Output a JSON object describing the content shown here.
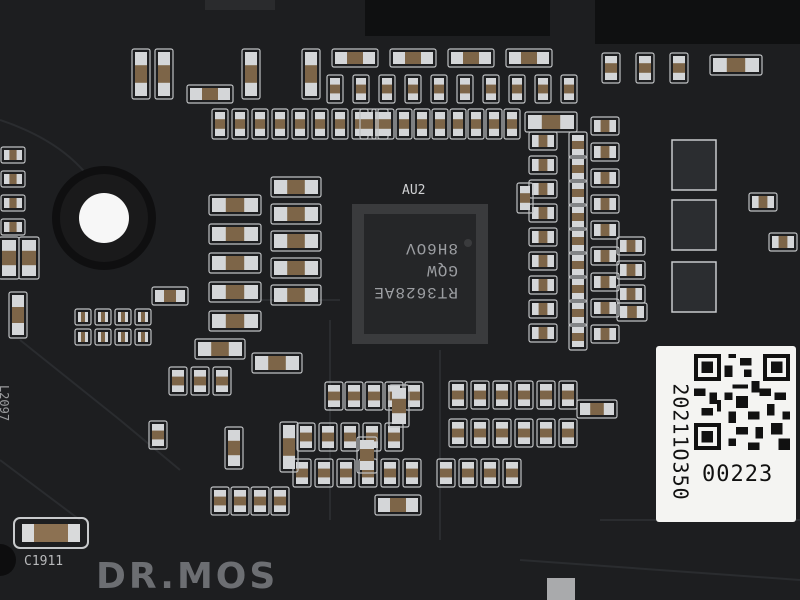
{
  "scene": {
    "subject": "motherboard-pcb-closeup",
    "colors": {
      "pcb": "#1d1e20",
      "trace": "#2c2e31",
      "pad": "#cfd1d3",
      "component": "#8b6f4f",
      "silk": "#c9cacc",
      "label": "#f4f4f2"
    }
  },
  "chip": {
    "designator": "AU2",
    "lines": [
      "RT3628AE",
      "GQW",
      "8H6OV"
    ]
  },
  "sticker": {
    "date_code": "20211O350",
    "serial": "00223"
  },
  "silkscreen": {
    "brand": "DR.MOS",
    "cap_label": "C1911",
    "left_edge": "L2097"
  }
}
